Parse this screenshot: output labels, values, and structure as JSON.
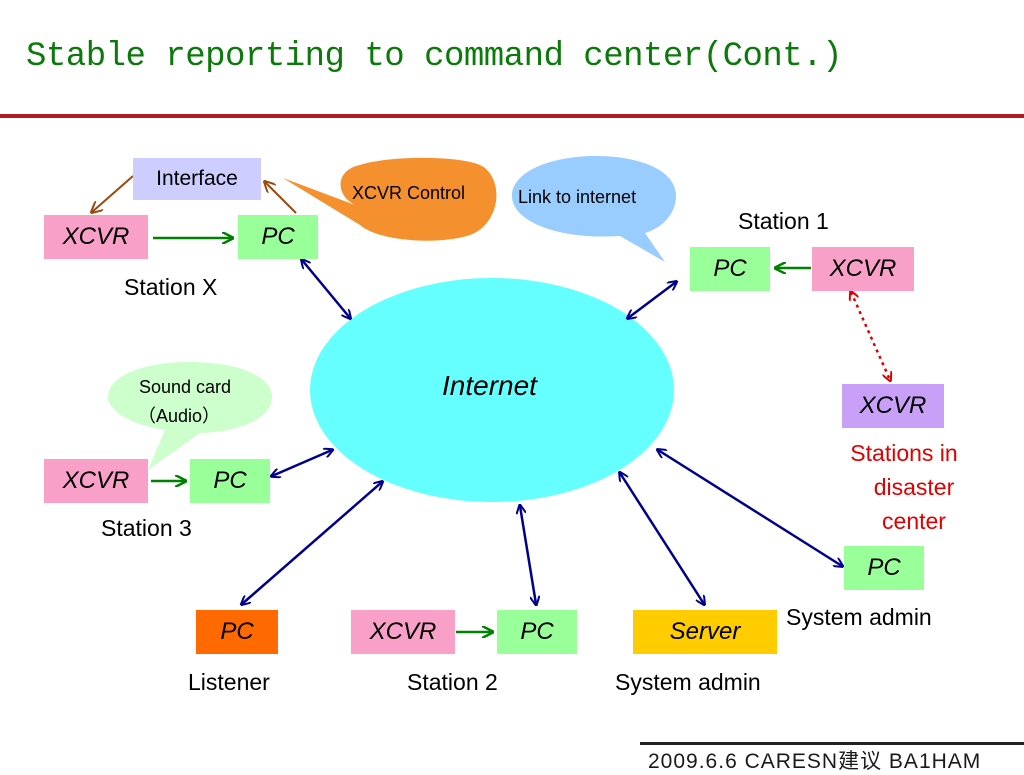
{
  "slide": {
    "title": "Stable reporting to command center(Cont.)",
    "footer": "2009.6.6 CARESN建议 BA1HAM"
  },
  "diagram": {
    "cloud": "Internet",
    "interface": "Interface",
    "callouts": {
      "xcvr_control": "XCVR Control",
      "link_to_internet": "Link to internet",
      "sound_card_line1": "Sound card",
      "sound_card_line2": "（Audio）"
    },
    "station_x": {
      "xcvr": "XCVR",
      "pc": "PC",
      "label": "Station X"
    },
    "station_1": {
      "xcvr": "XCVR",
      "pc": "PC",
      "label": "Station 1"
    },
    "station_3": {
      "xcvr": "XCVR",
      "pc": "PC",
      "label": "Station 3"
    },
    "station_2": {
      "xcvr": "XCVR",
      "pc": "PC",
      "label": "Station 2"
    },
    "disaster": {
      "xcvr": "XCVR",
      "label_line1": "Stations in",
      "label_line2": "disaster",
      "label_line3": "center"
    },
    "listener": {
      "pc": "PC",
      "label": "Listener"
    },
    "server": {
      "box": "Server",
      "label": "System admin"
    },
    "admin_pc": {
      "pc": "PC",
      "label": "System admin"
    },
    "colors": {
      "title": "#0b7a0b",
      "rule": "#b11a20",
      "cloud": "#66ffff",
      "xcvr": "#f8a0c8",
      "pc": "#99ff99",
      "listener_pc": "#ff6a00",
      "server": "#ffcc00",
      "disaster_xcvr": "#c8a0f8",
      "interface": "#cdcdff",
      "link_arrows": "#00008b",
      "local_arrows": "#008000",
      "dotted_link": "#e00000"
    }
  }
}
